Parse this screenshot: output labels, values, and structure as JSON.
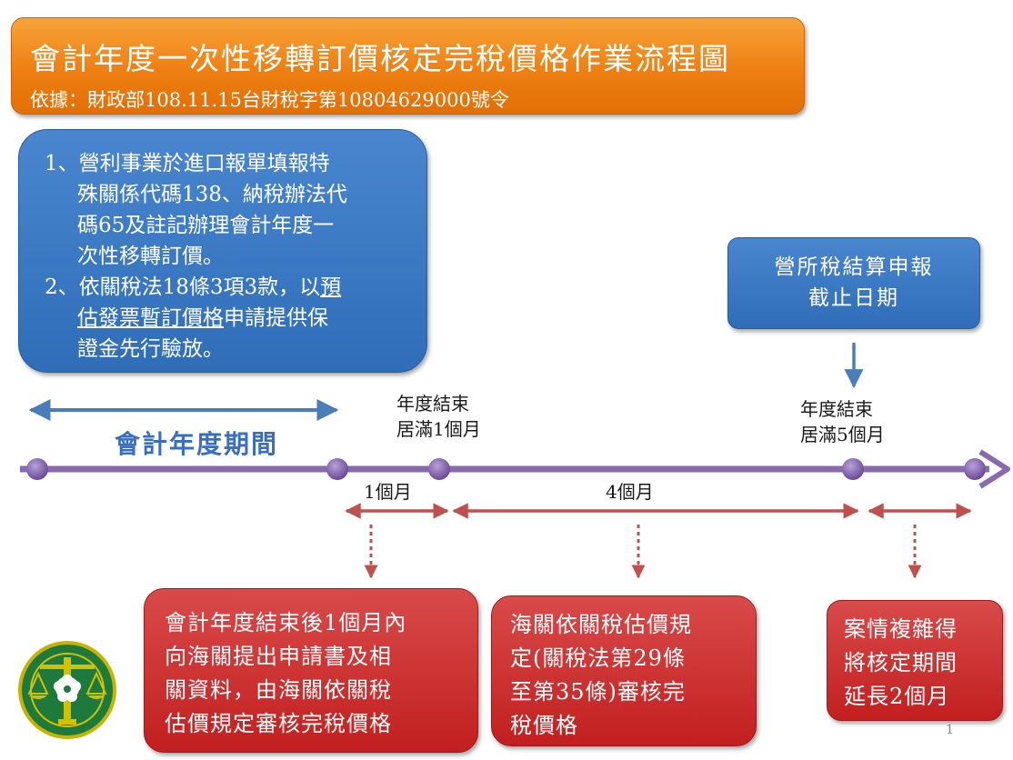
{
  "title": {
    "main": "會計年度一次性移轉訂價核定完稅價格作業流程圖",
    "basis": "依據：財政部108.11.15台財稅字第10804629000號令"
  },
  "requirements": {
    "item1_lines": [
      "1、營利事業於進口報單填報特",
      "殊關係代碼138、納稅辦法代",
      "碼65及註記辦理會計年度一",
      "次性移轉訂價。"
    ],
    "item2_line1_prefix": "2、依關稅法18條3項3款，以",
    "item2_line1_ul": "預",
    "item2_line2_ul": "估發票暫訂價格",
    "item2_line2_rest": "申請提供保",
    "item2_line3": "證金先行驗放。"
  },
  "deadline_box": {
    "lines": [
      "營所稅結算申報",
      "截止日期"
    ]
  },
  "timeline": {
    "fiscal_period_label": "會計年度期間",
    "milestone1_lines": [
      "年度結束",
      "居滿1個月"
    ],
    "milestone2_lines": [
      "年度結束",
      "居滿5個月"
    ],
    "span1_label": "1個月",
    "span2_label": "4個月"
  },
  "steps": [
    {
      "lines": [
        "會計年度結束後1個月內",
        "向海關提出申請書及相",
        "關資料，由海關依關稅",
        "估價規定審核完稅價格"
      ]
    },
    {
      "lines": [
        "海關依關稅估價規",
        "定(關稅法第29條",
        "至第35條)審核完",
        "稅價格"
      ]
    },
    {
      "lines": [
        "案情複雜得",
        "將核定期間",
        "延長2個月"
      ]
    }
  ],
  "page_number": "1",
  "colors": {
    "orange": "#ef7f12",
    "blue_box": "#2f6db8",
    "red_box": "#c21f1f",
    "timeline_purple": "#8a6aae",
    "arrow_red": "#c0504d",
    "arrow_blue": "#4a7ebb"
  }
}
